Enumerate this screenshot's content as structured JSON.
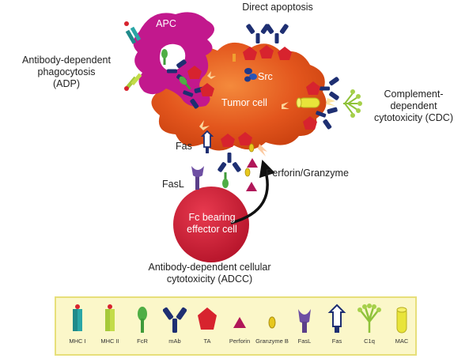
{
  "labels": {
    "direct_apoptosis": "Direct apoptosis",
    "apc": "APC",
    "adp_line1": "Antibody-dependent",
    "adp_line2": "phagocytosis",
    "adp_line3": "(ADP)",
    "src": "Src",
    "tumor_cell": "Tumor cell",
    "cdc_line1": "Complement-",
    "cdc_line2": "dependent",
    "cdc_line3": "cytotoxicity (CDC)",
    "fas": "Fas",
    "fasl": "FasL",
    "perforin_granzyme": "Perforin/Granzyme",
    "effector_line1": "Fc bearing",
    "effector_line2": "effector cell",
    "adcc_line1": "Antibody-dependent cellular",
    "adcc_line2": "cytotoxicity (ADCC)"
  },
  "legend": [
    {
      "label": "MHC I",
      "icon": "mhc-i-icon"
    },
    {
      "label": "MHC II",
      "icon": "mhc-ii-icon"
    },
    {
      "label": "FcR",
      "icon": "fcr-icon"
    },
    {
      "label": "mAb",
      "icon": "mab-icon"
    },
    {
      "label": "TA",
      "icon": "ta-icon"
    },
    {
      "label": "Perforin",
      "icon": "perforin-icon"
    },
    {
      "label": "Granzyme B",
      "icon": "granzyme-b-icon"
    },
    {
      "label": "FasL",
      "icon": "fasl-icon"
    },
    {
      "label": "Fas",
      "icon": "fas-icon"
    },
    {
      "label": "C1q",
      "icon": "c1q-icon"
    },
    {
      "label": "MAC",
      "icon": "mac-icon"
    }
  ],
  "colors": {
    "tumor": "#e2531c",
    "apc": "#c2188d",
    "effector": "#d81e36",
    "antibody": "#1e2f72",
    "antigen": "#d7232e",
    "fcr": "#3f9a3a",
    "legend_bg": "#fbf7c9"
  }
}
